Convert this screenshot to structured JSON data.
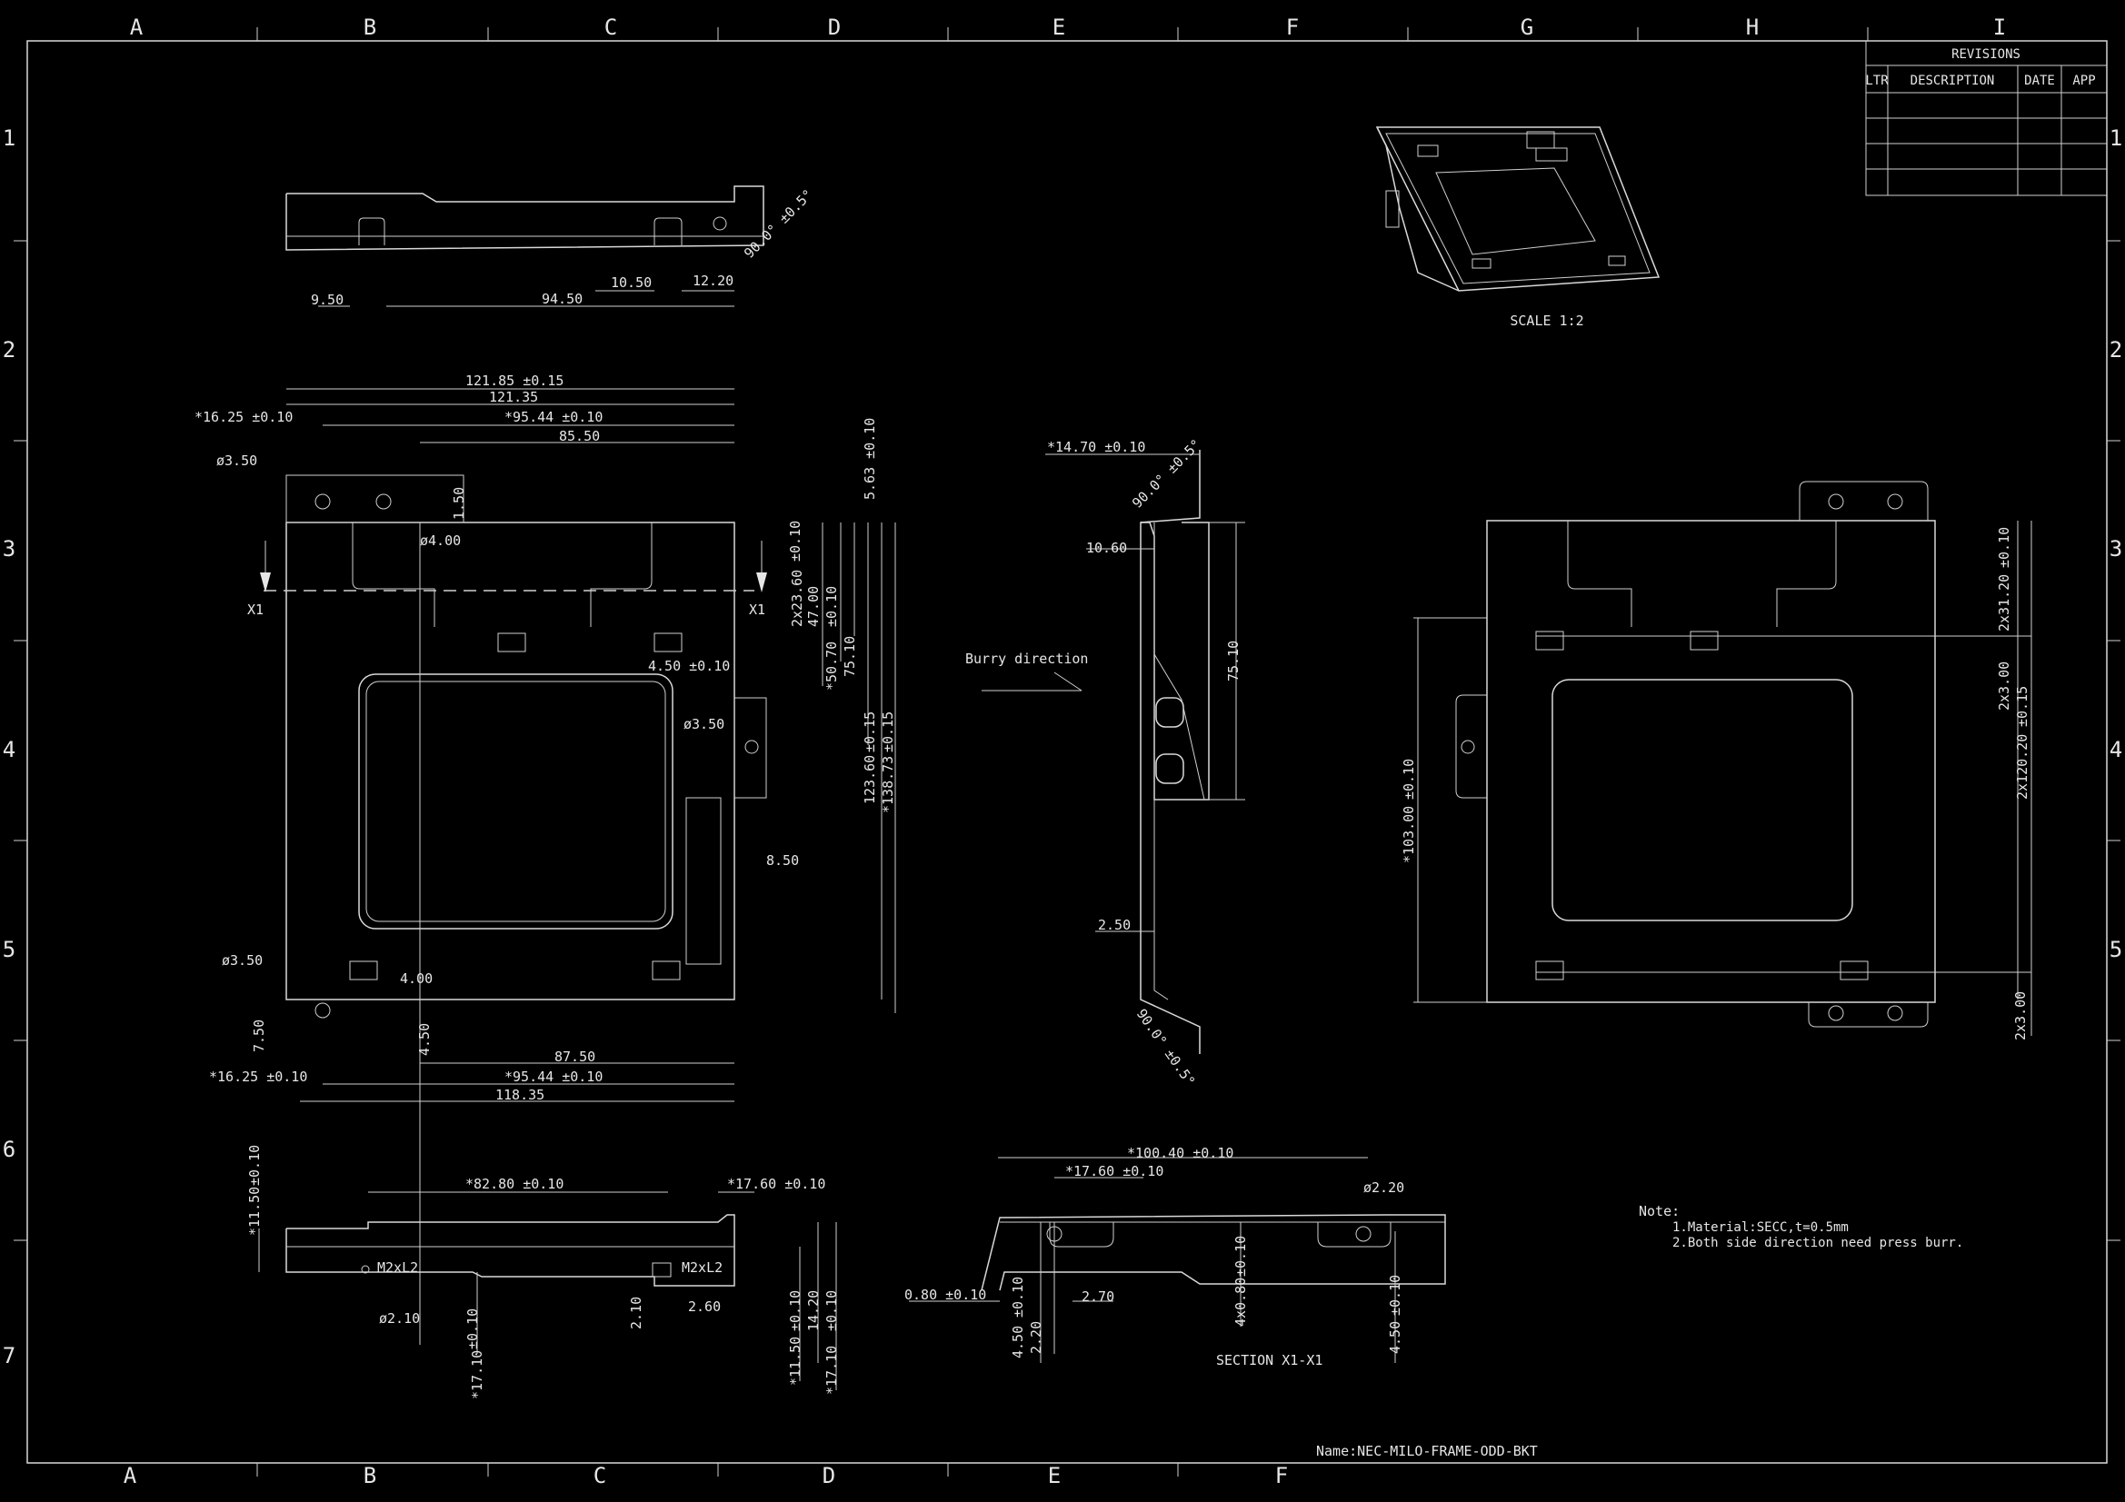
{
  "border": {
    "columns_top": [
      "A",
      "B",
      "C",
      "D",
      "E",
      "F",
      "G",
      "H",
      "I"
    ],
    "columns_bottom": [
      "A",
      "B",
      "C",
      "D",
      "E",
      "F"
    ],
    "rows": [
      "1",
      "2",
      "3",
      "4",
      "5",
      "6",
      "7"
    ]
  },
  "revisions": {
    "title": "REVISIONS",
    "headers": [
      "LTR",
      "DESCRIPTION",
      "DATE",
      "APP"
    ]
  },
  "iso_view": {
    "scale_label": "SCALE  1:2"
  },
  "top_view": {
    "dims": [
      "9.50",
      "94.50",
      "10.50",
      "12.20",
      "90.0°  ±0.5°"
    ]
  },
  "front_view": {
    "x1_left": "X1",
    "x1_right": "X1",
    "dims": [
      "121.85  ±0.15",
      "121.35",
      "*16.25  ±0.10",
      "*95.44  ±0.10",
      "85.50",
      "ø3.50",
      "ø4.00",
      "1.50",
      "5.63  ±0.10",
      "±0.10",
      "2x23.60",
      "47.00",
      "±0.10",
      "*50.70",
      "75.10",
      "4.50  ±0.10",
      "ø3.50",
      "±0.15",
      "±0.15",
      "123.60",
      "*138.73",
      "8.50",
      "ø3.50",
      "4.00",
      "7.50",
      "4.50",
      "87.50",
      "*16.25  ±0.10",
      "*95.44  ±0.10",
      "118.35"
    ]
  },
  "side_view": {
    "burry_label": "Burry direction",
    "dims": [
      "*14.70  ±0.10",
      "90.0°  ±0.5°",
      "10.60",
      "75.10",
      "2.50",
      "90.0°  ±0.5°"
    ]
  },
  "right_view": {
    "dims": [
      "±0.10",
      "2x31.20",
      "2x3.00",
      "±0.15",
      "2x120.20",
      "±0.10",
      "*103.00",
      "2x3.00"
    ]
  },
  "bottom_left_view": {
    "dims": [
      "*82.80  ±0.10",
      "*17.60  ±0.10",
      "±0.10",
      "*11.50",
      "M2xL2",
      "M2xL2",
      "ø2.10",
      "2.10",
      "2.60",
      "±0.10",
      "*17.10",
      "±0.10",
      "14.20",
      "±0.10",
      "*11.50",
      "*17.10"
    ]
  },
  "section_view": {
    "title": "SECTION  X1-X1",
    "dims": [
      "*100.40  ±0.10",
      "*17.60  ±0.10",
      "ø2.20",
      "0.80  ±0.10",
      "±0.10",
      "4.50",
      "2.20",
      "2.70",
      "±0.10",
      "4x0.80",
      "±0.10",
      "4.50"
    ]
  },
  "notes": {
    "title": "Note:",
    "lines": [
      "1.Material:SECC,t=0.5mm",
      "2.Both side direction need press burr."
    ]
  },
  "title_block": {
    "name": "Name:NEC-MILO-FRAME-ODD-BKT"
  }
}
